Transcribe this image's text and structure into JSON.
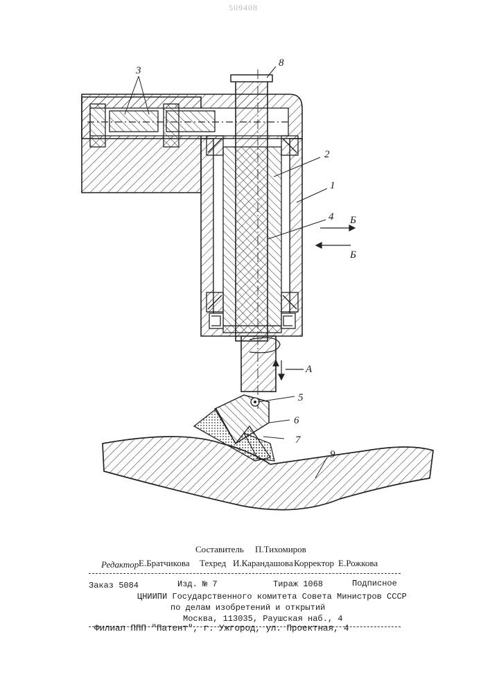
{
  "doc_number": "509408",
  "drawing": {
    "labels": {
      "l1": "1",
      "l2": "2",
      "l3": "3",
      "l4": "4",
      "l5": "5",
      "l6": "6",
      "l7": "7",
      "l8": "8",
      "l9": "9",
      "a": "А",
      "b_top": "Б",
      "b_bottom": "Б"
    }
  },
  "credits": {
    "compiler_label": "Составитель",
    "compiler_name": "П.Тихомиров",
    "editor_label": "Редактор",
    "editor_name": "Е.Братчикова",
    "techred_label": "Техред",
    "techred_name": "И.Карандашова",
    "corrector_label": "Корректор",
    "corrector_name": "Е.Рожкова"
  },
  "imprint": {
    "order": "Заказ 5084",
    "issue": "Изд. № 7",
    "circulation": "Тираж 1068",
    "subscription": "Подписное",
    "org_line1": "ЦНИИПИ Государственного комитета Совета Министров СССР",
    "org_line2": "по делам изобретений и открытий",
    "org_line3": "Москва, 113035, Раушская наб., 4",
    "branch": "Филиал ППП \"Патент\", г. Ужгород, ул. Проектная, 4"
  }
}
